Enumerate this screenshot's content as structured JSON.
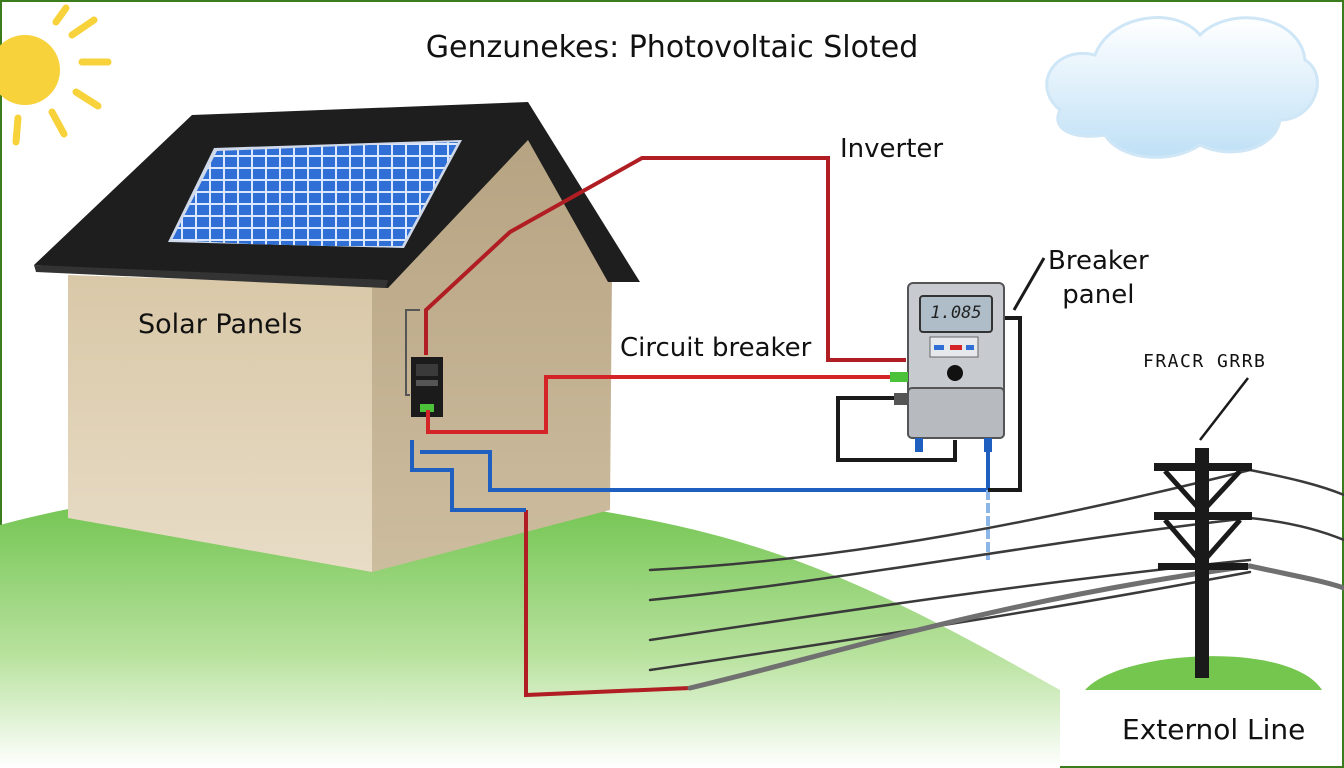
{
  "title": "Genzunekes: Photovoltaic Sloted",
  "labels": {
    "solar_panels": "Solar Panels",
    "inverter": "Inverter",
    "breaker_panel_line1": "Breaker",
    "breaker_panel_line2": "panel",
    "circuit_breaker": "Circuit breaker",
    "grid": "FRACR GRRB",
    "external_line": "Externol Line"
  },
  "meter_reading": "1.085",
  "colors": {
    "dc_wire": "#b01e23",
    "ac_wire": "#1f5fc0",
    "roof": "#1e1e1e",
    "wall": "#d8c8ab",
    "grass": "#6cc24a",
    "sun": "#f7d23a",
    "panel_cell": "#2f6fd6",
    "frame_border": "#3a7d1e"
  }
}
